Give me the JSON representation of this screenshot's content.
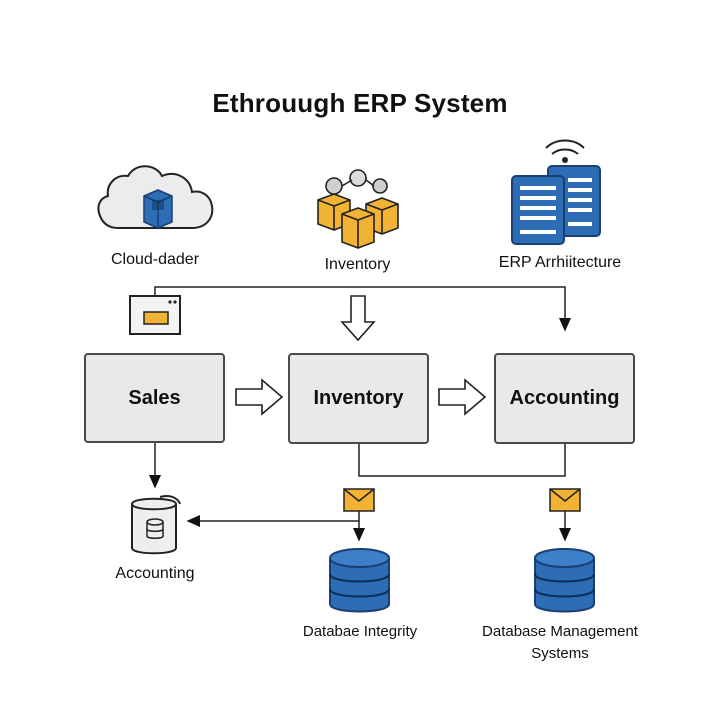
{
  "title": "Ethrouugh ERP System",
  "top_icons": {
    "cloud_label": "Cloud-dader",
    "inventory_label": "Inventory",
    "architecture_label": "ERP Arrhiitecture"
  },
  "modules": {
    "sales": "Sales",
    "inventory": "Inventory",
    "accounting": "Accounting"
  },
  "bottom": {
    "accounting_label": "Accounting",
    "db_integrity_label": "Databae Integrity",
    "dbms_label_line1": "Database Management",
    "dbms_label_line2": "Systems"
  },
  "colors": {
    "blue": "#2c6db5",
    "blue_dark": "#1b3f73",
    "orange": "#f2b233",
    "box_fill": "#e9e9e9",
    "stroke": "#222222"
  }
}
